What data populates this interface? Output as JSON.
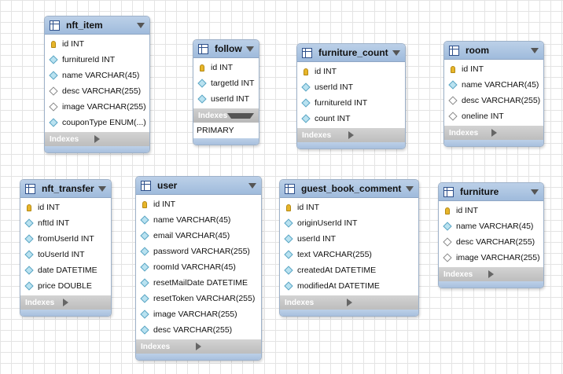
{
  "tables": {
    "nft_item": {
      "name": "nft_item",
      "columns": [
        {
          "label": "id INT",
          "icon": "primary-key-icon"
        },
        {
          "label": "furnitureId INT",
          "icon": "column-diamond-icon"
        },
        {
          "label": "name VARCHAR(45)",
          "icon": "column-diamond-icon"
        },
        {
          "label": "desc VARCHAR(255)",
          "icon": "column-empty-diamond-icon"
        },
        {
          "label": "image VARCHAR(255)",
          "icon": "column-empty-diamond-icon"
        },
        {
          "label": "couponType ENUM(...)",
          "icon": "column-diamond-icon"
        }
      ],
      "indexes_label": "Indexes"
    },
    "follow": {
      "name": "follow",
      "columns": [
        {
          "label": "id INT",
          "icon": "primary-key-icon"
        },
        {
          "label": "targetId INT",
          "icon": "column-diamond-icon"
        },
        {
          "label": "userId INT",
          "icon": "column-diamond-icon"
        }
      ],
      "indexes_label": "Indexes",
      "index_items": [
        "PRIMARY"
      ]
    },
    "furniture_count": {
      "name": "furniture_count",
      "columns": [
        {
          "label": "id INT",
          "icon": "primary-key-icon"
        },
        {
          "label": "userId INT",
          "icon": "column-diamond-icon"
        },
        {
          "label": "furnitureId INT",
          "icon": "column-diamond-icon"
        },
        {
          "label": "count INT",
          "icon": "column-diamond-icon"
        }
      ],
      "indexes_label": "Indexes"
    },
    "room": {
      "name": "room",
      "columns": [
        {
          "label": "id INT",
          "icon": "primary-key-icon"
        },
        {
          "label": "name VARCHAR(45)",
          "icon": "column-diamond-icon"
        },
        {
          "label": "desc VARCHAR(255)",
          "icon": "column-empty-diamond-icon"
        },
        {
          "label": "oneline INT",
          "icon": "column-empty-diamond-icon"
        }
      ],
      "indexes_label": "Indexes"
    },
    "nft_transfer": {
      "name": "nft_transfer",
      "columns": [
        {
          "label": "id INT",
          "icon": "primary-key-icon"
        },
        {
          "label": "nftId INT",
          "icon": "column-diamond-icon"
        },
        {
          "label": "fromUserId INT",
          "icon": "column-diamond-icon"
        },
        {
          "label": "toUserId INT",
          "icon": "column-diamond-icon"
        },
        {
          "label": "date DATETIME",
          "icon": "column-diamond-icon"
        },
        {
          "label": "price DOUBLE",
          "icon": "column-diamond-icon"
        }
      ],
      "indexes_label": "Indexes"
    },
    "user": {
      "name": "user",
      "columns": [
        {
          "label": "id INT",
          "icon": "primary-key-icon"
        },
        {
          "label": "name VARCHAR(45)",
          "icon": "column-diamond-icon"
        },
        {
          "label": "email VARCHAR(45)",
          "icon": "column-diamond-icon"
        },
        {
          "label": "password VARCHAR(255)",
          "icon": "column-diamond-icon"
        },
        {
          "label": "roomId VARCHAR(45)",
          "icon": "column-diamond-icon"
        },
        {
          "label": "resetMailDate DATETIME",
          "icon": "column-diamond-icon"
        },
        {
          "label": "resetToken VARCHAR(255)",
          "icon": "column-diamond-icon"
        },
        {
          "label": "image VARCHAR(255)",
          "icon": "column-diamond-icon"
        },
        {
          "label": "desc VARCHAR(255)",
          "icon": "column-diamond-icon"
        }
      ],
      "indexes_label": "Indexes"
    },
    "guest_book_comment": {
      "name": "guest_book_comment",
      "columns": [
        {
          "label": "id INT",
          "icon": "primary-key-icon"
        },
        {
          "label": "originUserId INT",
          "icon": "column-diamond-icon"
        },
        {
          "label": "userId INT",
          "icon": "column-diamond-icon"
        },
        {
          "label": "text VARCHAR(255)",
          "icon": "column-diamond-icon"
        },
        {
          "label": "createdAt DATETIME",
          "icon": "column-diamond-icon"
        },
        {
          "label": "modifiedAt DATETIME",
          "icon": "column-diamond-icon"
        }
      ],
      "indexes_label": "Indexes"
    },
    "furniture": {
      "name": "furniture",
      "columns": [
        {
          "label": "id INT",
          "icon": "primary-key-icon"
        },
        {
          "label": "name VARCHAR(45)",
          "icon": "column-diamond-icon"
        },
        {
          "label": "desc VARCHAR(255)",
          "icon": "column-empty-diamond-icon"
        },
        {
          "label": "image VARCHAR(255)",
          "icon": "column-empty-diamond-icon"
        }
      ],
      "indexes_label": "Indexes"
    }
  }
}
